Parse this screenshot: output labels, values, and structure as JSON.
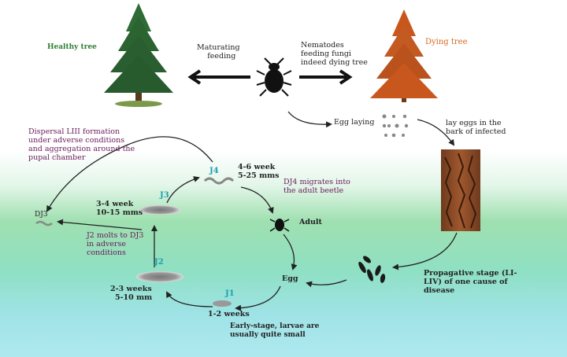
{
  "labels": {
    "healthy_tree": "Healthy tree",
    "dying_tree": "Dying tree",
    "maturating_feeding_1": "Maturating",
    "maturating_feeding_2": "feeding",
    "nematodes_1": "Nematodes",
    "nematodes_2": "feeding fungi",
    "nematodes_3": "indeed dying tree",
    "egg_laying": "Egg laying",
    "lay_eggs_1": "lay eggs in the",
    "lay_eggs_2": "bark of infected",
    "dispersal_1": "Dispersal LIII formation",
    "dispersal_2": "under adverse conditions",
    "dispersal_3": "and aggregation around the",
    "dispersal_4": "pupal chamber",
    "j4_time_1": "4-6 week",
    "j4_time_2": "5-25 mms",
    "dj4_migrates_1": "DJ4 migrates into",
    "dj4_migrates_2": "the adult beetle",
    "j3_time_1": "3-4 week",
    "j3_time_2": "10-15 mms",
    "dj3": "DJ3",
    "j2_molts_1": "J2 molts to DJ3",
    "j2_molts_2": "in adverse",
    "j2_molts_3": "conditions",
    "adult": "Adult",
    "egg": "Egg",
    "j2_time_1": "2-3 weeks",
    "j2_time_2": "5-10 mm",
    "j1_time": "1-2 weeks",
    "early_stage_1": "Early-stage, larvae are",
    "early_stage_2": "usually quite small",
    "propagative_1": "Propagative stage (LI-",
    "propagative_2": "LIV) of one cause of",
    "propagative_3": "disease"
  },
  "stages": {
    "j1": "J1",
    "j2": "J2",
    "j3": "J3",
    "j4": "J4"
  },
  "colors": {
    "healthy_label": "#2e7d32",
    "dying_label": "#d2691e",
    "purple_text": "#6a1b5a",
    "stage_label": "#1e9fb0",
    "healthy_foliage": "#2f6b35",
    "dying_foliage": "#c8571e",
    "bark": "#8a4a26"
  },
  "icons": {
    "beetle": "beetle-icon",
    "healthy_tree": "pine-tree-icon",
    "dying_tree": "dead-pine-tree-icon",
    "bark": "tree-bark-icon"
  }
}
